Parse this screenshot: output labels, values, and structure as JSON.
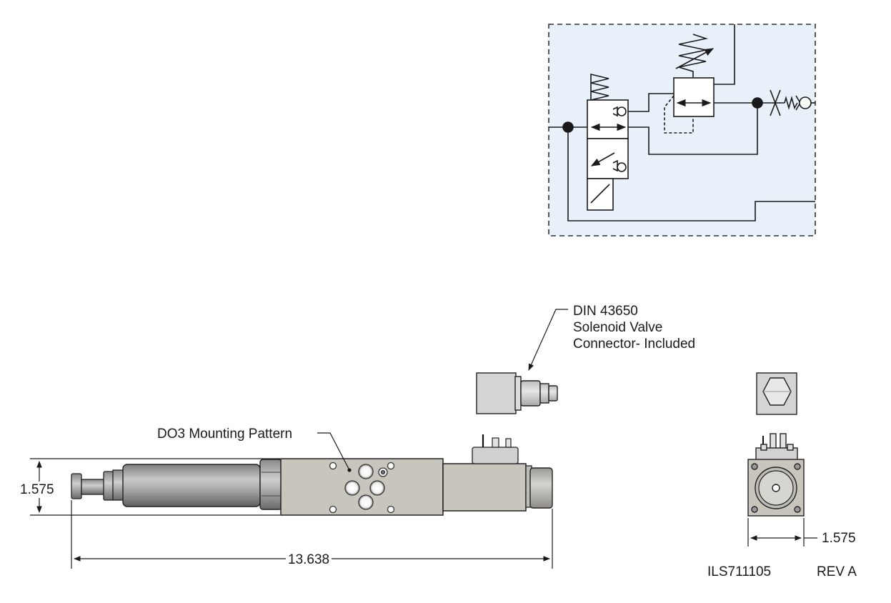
{
  "callouts": {
    "connector_line1": "DIN 43650",
    "connector_line2": "Solenoid Valve",
    "connector_line3": "Connector- Included",
    "mounting": "DO3 Mounting Pattern"
  },
  "dimensions": {
    "height": "1.575",
    "length": "13.638",
    "width": "1.575"
  },
  "title_block": {
    "part_number": "ILS711105",
    "revision": "REV A"
  },
  "colors": {
    "schematic_fill": "#e8f0f9",
    "line": "#1a1a1a",
    "body": "#c8c5bd",
    "barrel": "#a3a3a3",
    "connector": "#d4d4d4"
  }
}
